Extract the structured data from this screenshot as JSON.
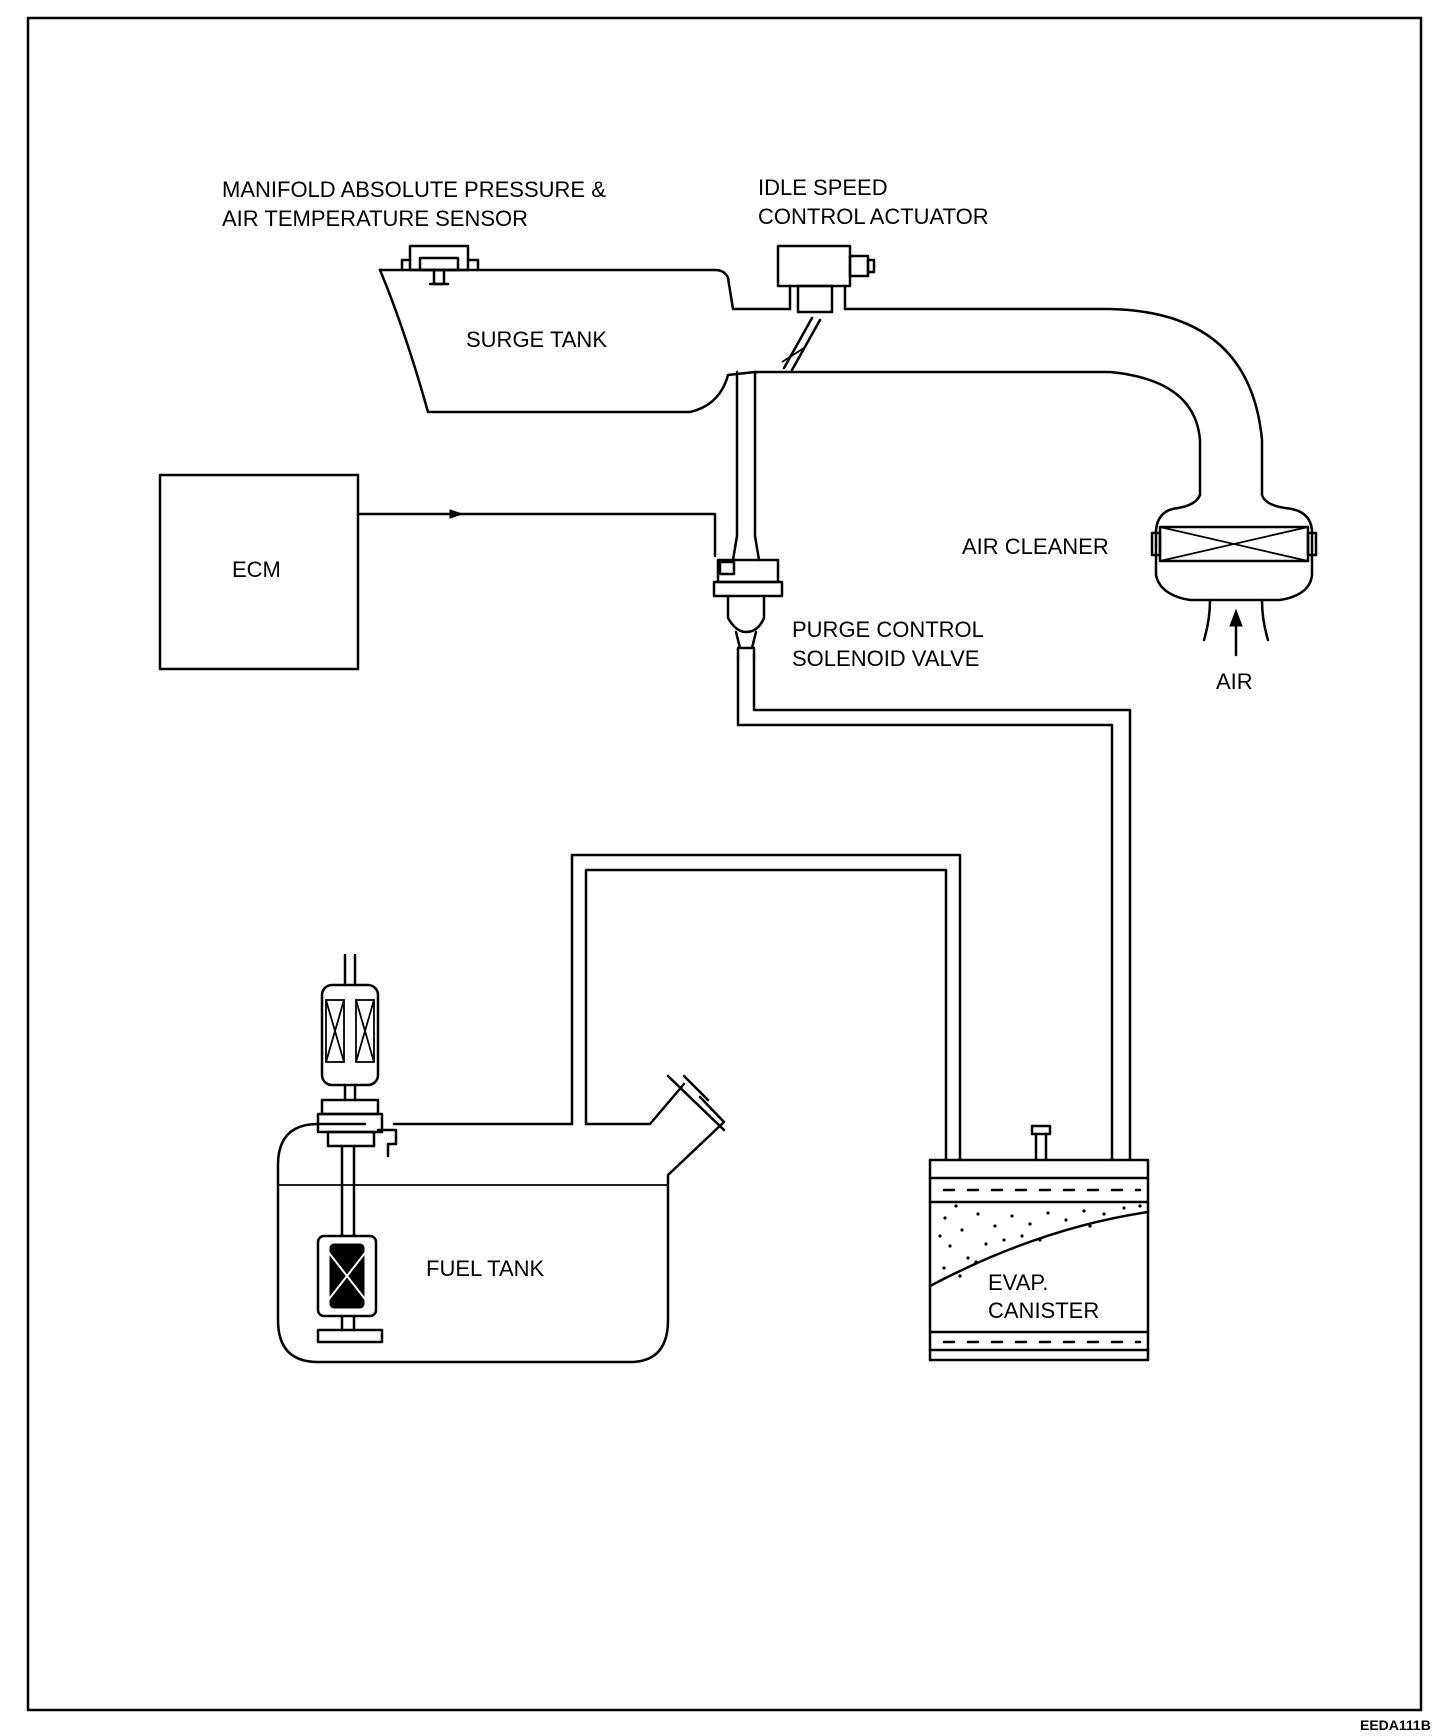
{
  "labels": {
    "map_sensor_line1": "MANIFOLD ABSOLUTE PRESSURE &",
    "map_sensor_line2": "AIR TEMPERATURE SENSOR",
    "idle_speed_line1": "IDLE SPEED",
    "idle_speed_line2": "CONTROL ACTUATOR",
    "surge_tank": "SURGE TANK",
    "ecm": "ECM",
    "air_cleaner": "AIR CLEANER",
    "purge_valve_line1": "PURGE CONTROL",
    "purge_valve_line2": "SOLENOID VALVE",
    "air": "AIR",
    "fuel_tank": "FUEL TANK",
    "canister_line1": "EVAP.",
    "canister_line2": "CANISTER",
    "figure_code": "EEDA111B"
  },
  "colors": {
    "line": "#000000",
    "background": "#ffffff"
  }
}
